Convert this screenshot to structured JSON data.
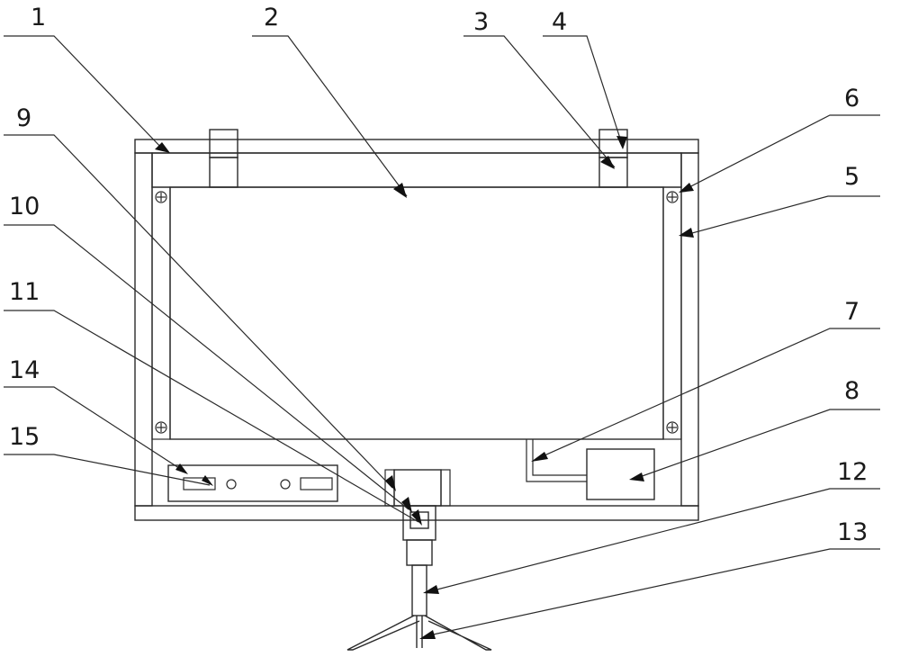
{
  "diagram": {
    "labels": [
      "1",
      "2",
      "3",
      "4",
      "5",
      "6",
      "7",
      "8",
      "9",
      "10",
      "11",
      "12",
      "13",
      "14",
      "15"
    ]
  },
  "colors": {
    "ink": "#2a2a2a",
    "hatch": "#555555",
    "background": "#ffffff"
  }
}
